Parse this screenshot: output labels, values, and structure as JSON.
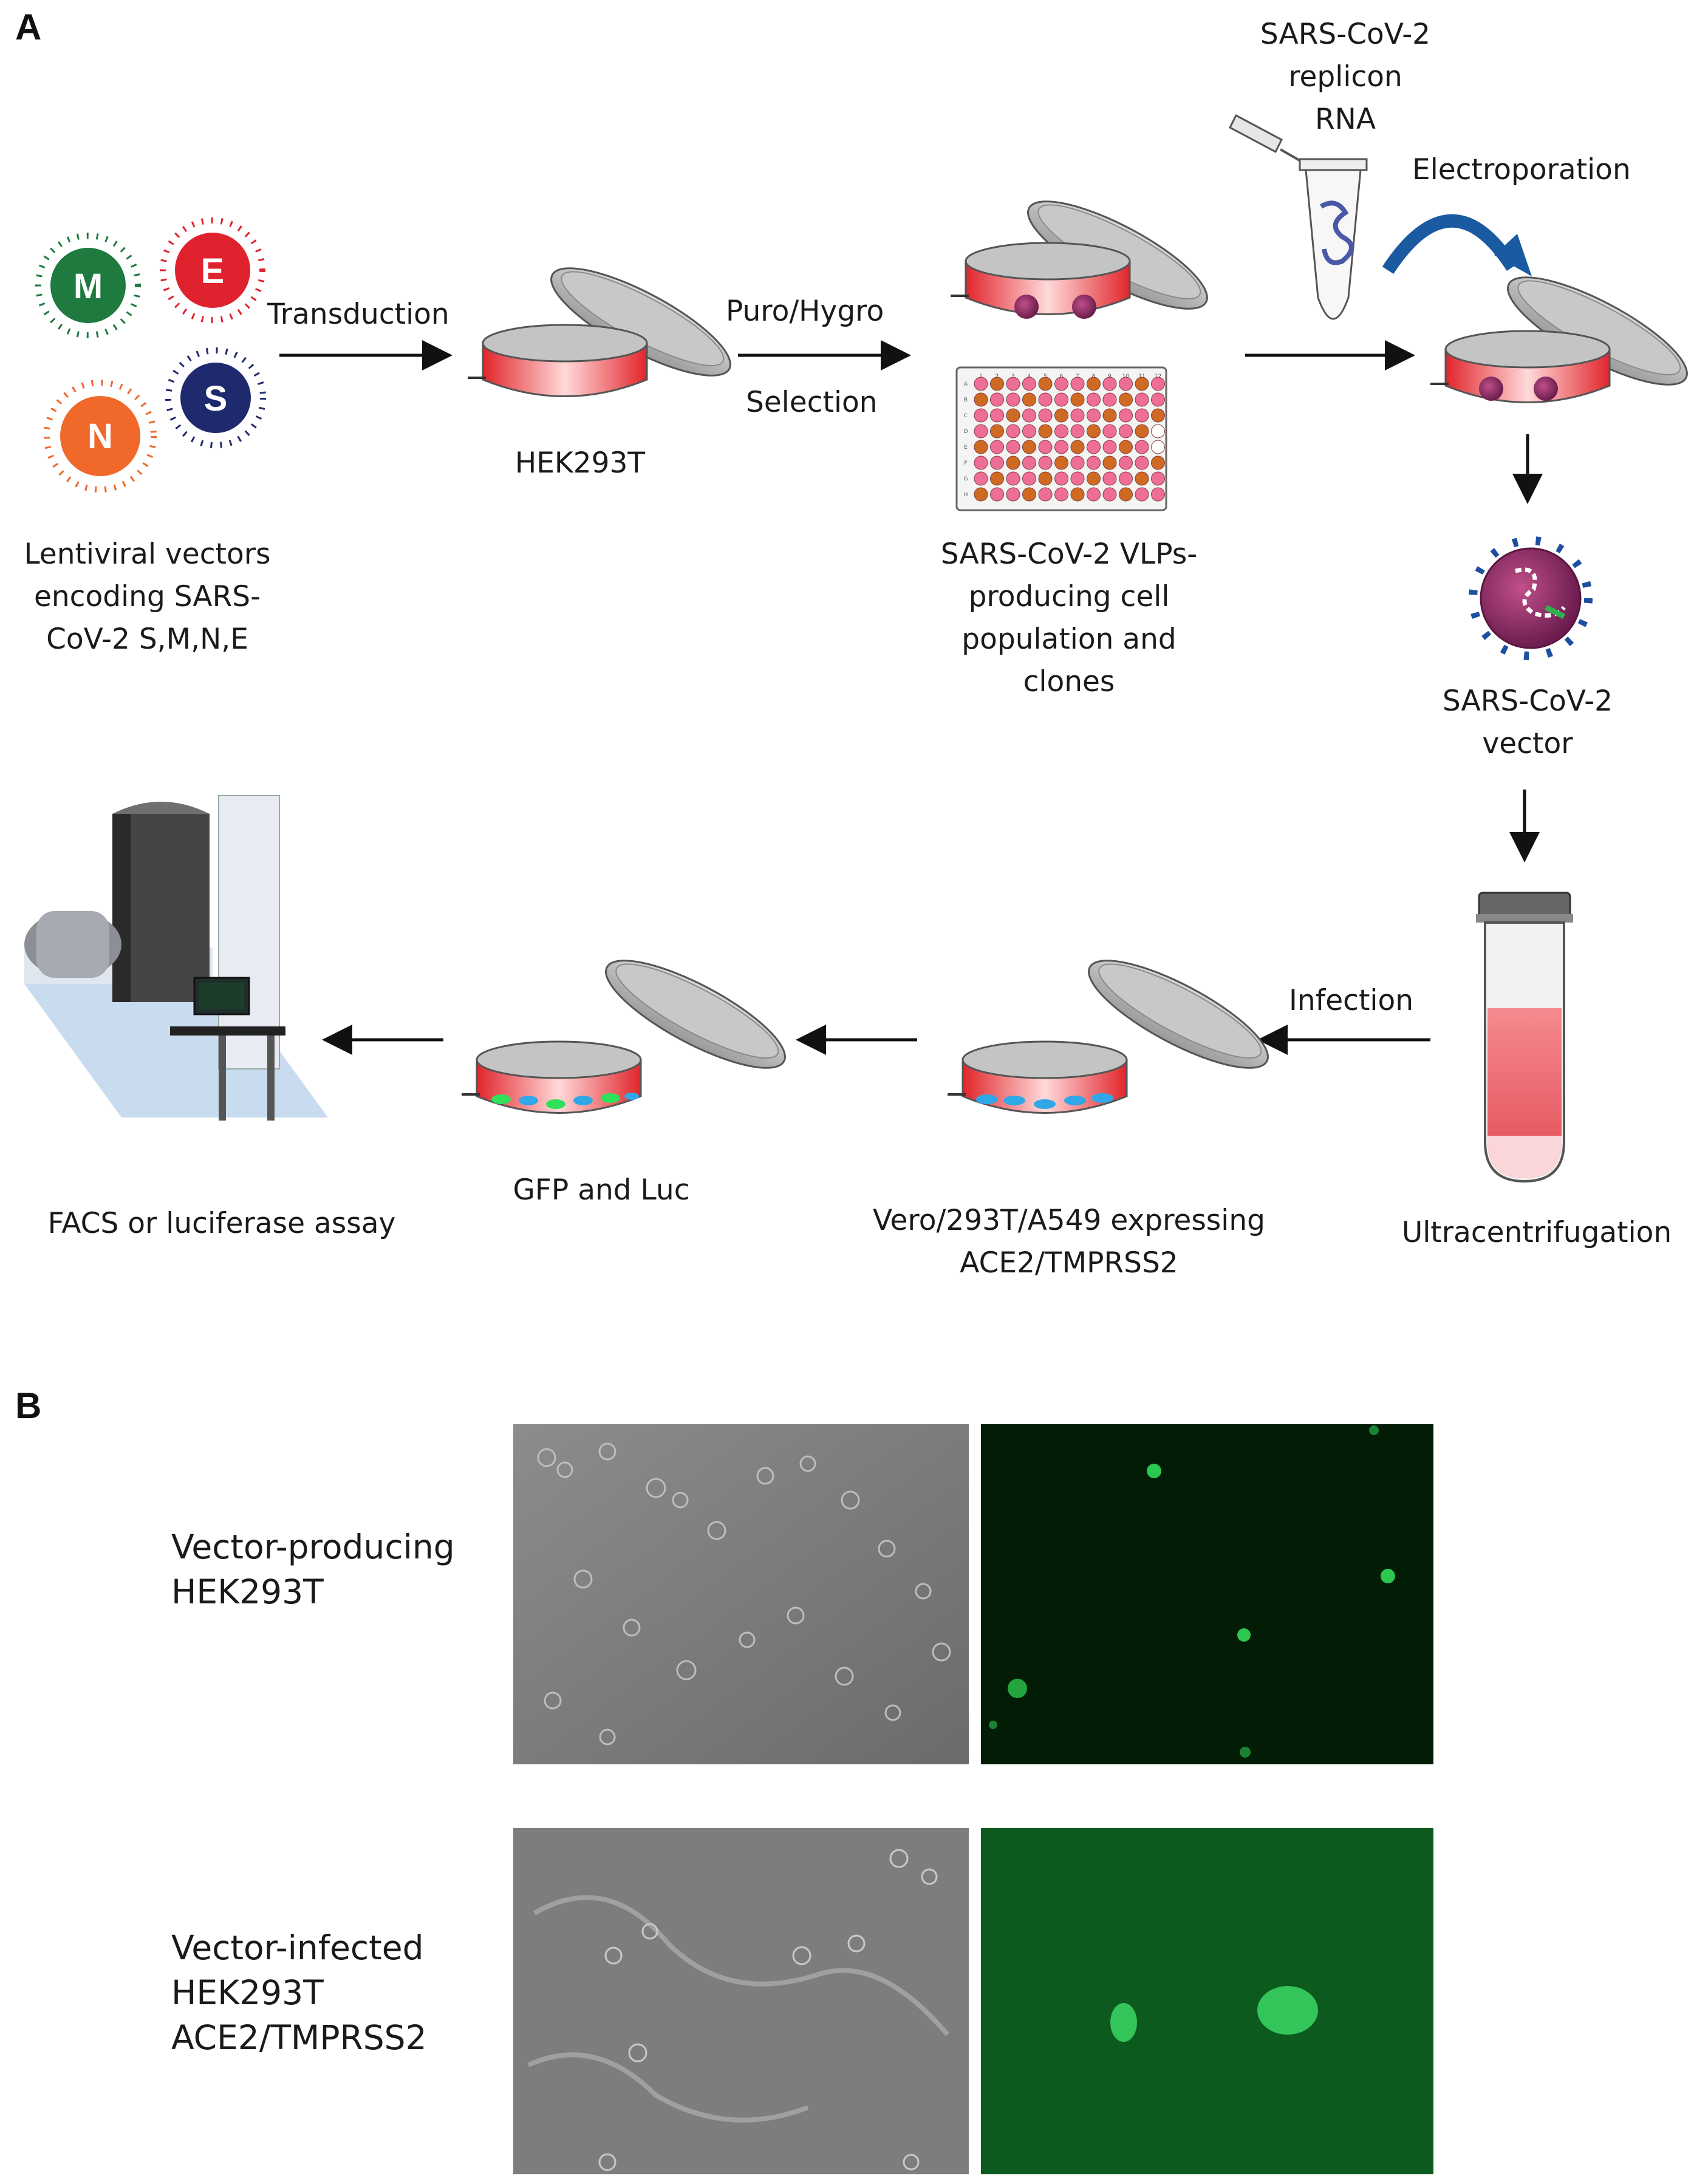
{
  "panels": {
    "a": "A",
    "b": "B"
  },
  "proteins": {
    "m": "M",
    "e": "E",
    "n": "N",
    "s": "S"
  },
  "labels": {
    "lentiviral": [
      "Lentiviral vectors",
      "encoding SARS-",
      "CoV-2 S,M,N,E"
    ],
    "hek": "HEK293T",
    "vlp": [
      "SARS-CoV-2 VLPs-",
      "producing cell",
      "population and",
      "clones"
    ],
    "replicon": [
      "SARS-CoV-2",
      "replicon",
      "RNA"
    ],
    "vector": [
      "SARS-CoV-2",
      "vector"
    ],
    "ultracentrifugation": "Ultracentrifugation",
    "vero": [
      "Vero/293T/A549 expressing",
      "ACE2/TMPRSS2"
    ],
    "gfp": "GFP and Luc",
    "facs": "FACS or luciferase assay"
  },
  "arrows": {
    "transduction": "Transduction",
    "puro": "Puro/Hygro",
    "selection": "Selection",
    "electroporation": "Electroporation",
    "infection": "Infection"
  },
  "plate": {
    "columns": [
      "1",
      "2",
      "3",
      "4",
      "5",
      "6",
      "7",
      "8",
      "9",
      "10",
      "11",
      "12"
    ],
    "rows": [
      "A",
      "B",
      "C",
      "D",
      "E",
      "F",
      "G",
      "H"
    ]
  },
  "microscopy": {
    "row1": [
      "Vector-producing",
      "HEK293T"
    ],
    "row2": [
      "Vector-infected",
      "HEK293T",
      "ACE2/TMPRSS2"
    ]
  },
  "colors": {
    "m": "#1e7a3e",
    "e": "#e0222e",
    "n": "#f0682a",
    "s": "#1f2a6e",
    "medium": "#e8363a",
    "dish": "#b9b9b9",
    "tube_fill": "#ee6b72",
    "well_pink": "#ee6e98",
    "well_orange": "#cf6a22",
    "gfp": "#2ee05a",
    "nucleus": "#30a8e8"
  }
}
